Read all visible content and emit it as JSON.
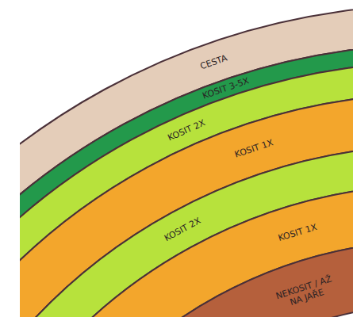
{
  "diagram": {
    "nodes": [
      {
        "text": [
          "CESTA"
        ]
      },
      {
        "text": [
          "KOSIT 3-5X"
        ]
      },
      {
        "text": [
          "KOSIT 2X"
        ]
      },
      {
        "text": [
          "KOSIT 1X"
        ]
      },
      {
        "text": [
          "KOSIT 2X"
        ]
      },
      {
        "text": [
          "KOSIT 1X"
        ]
      },
      {
        "text": [
          "NEKOSIT / AŽ NA JAŘE"
        ]
      }
    ]
  }
}
